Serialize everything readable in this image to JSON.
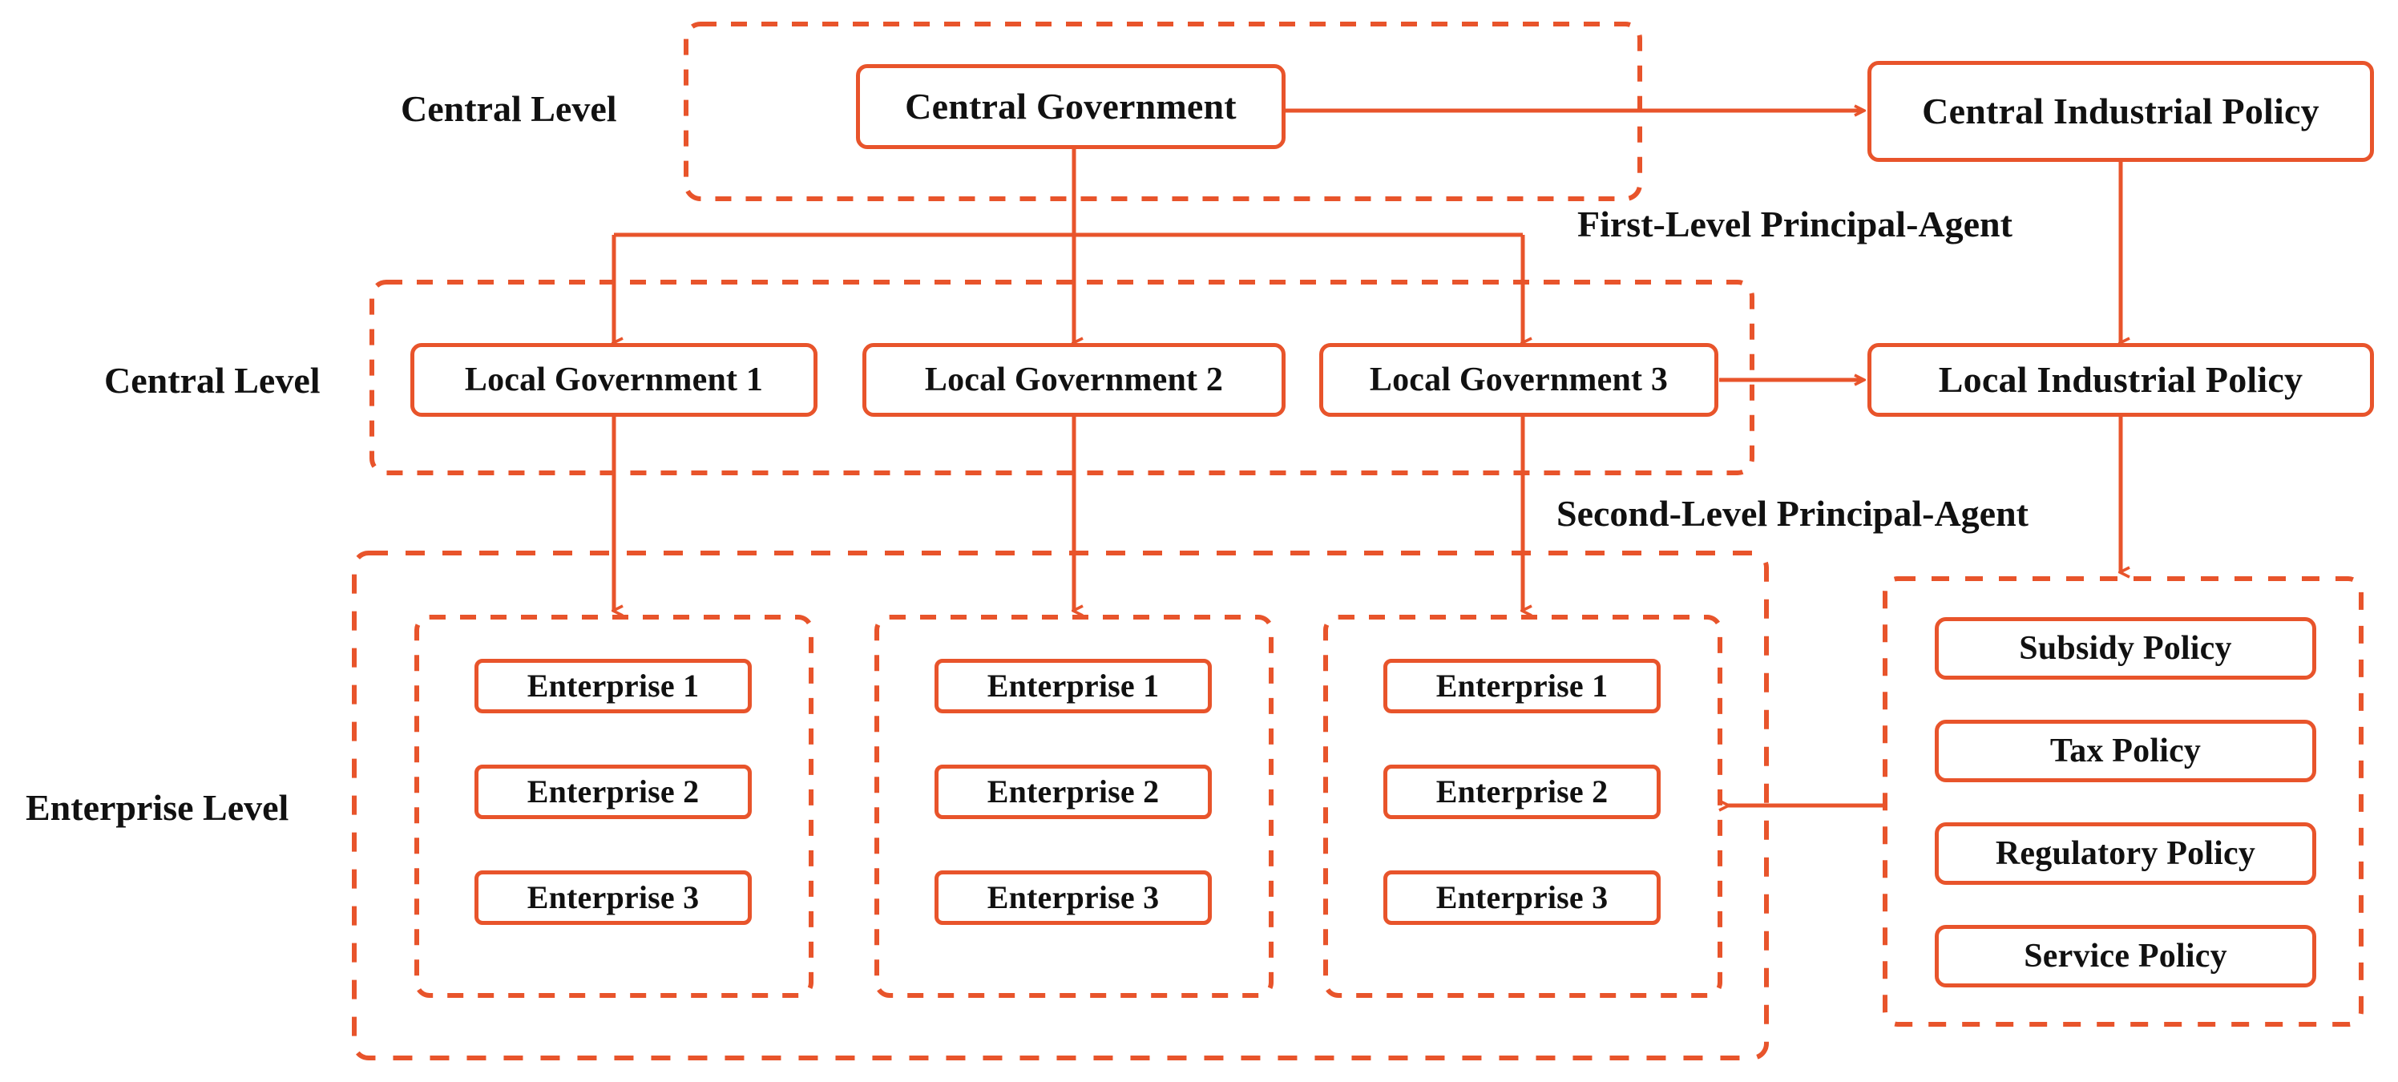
{
  "diagram": {
    "title": "Multi-level principal-agent industrial policy structure",
    "accent_color": "#E8542B",
    "text_color": "#111111",
    "background": "#FFFFFF"
  },
  "level_labels": [
    {
      "id": "central-level-top",
      "text": "Central Level"
    },
    {
      "id": "central-level-local",
      "text": "Central Level"
    },
    {
      "id": "enterprise-level",
      "text": "Enterprise Level"
    }
  ],
  "edge_labels": [
    {
      "id": "first-level",
      "text": "First-Level Principal-Agent"
    },
    {
      "id": "second-level",
      "text": "Second-Level Principal-Agent"
    }
  ],
  "nodes": {
    "central_government": "Central Government",
    "central_industrial_policy": "Central Industrial Policy",
    "local_industrial_policy": "Local Industrial Policy",
    "local_governments": [
      "Local Government 1",
      "Local Government 2",
      "Local Government 3"
    ],
    "enterprise_groups": [
      {
        "group": 1,
        "enterprises": [
          "Enterprise 1",
          "Enterprise 2",
          "Enterprise 3"
        ]
      },
      {
        "group": 2,
        "enterprises": [
          "Enterprise 1",
          "Enterprise 2",
          "Enterprise 3"
        ]
      },
      {
        "group": 3,
        "enterprises": [
          "Enterprise 1",
          "Enterprise 2",
          "Enterprise 3"
        ]
      }
    ],
    "policies": [
      "Subsidy Policy",
      "Tax Policy",
      "Regulatory Policy",
      "Service Policy"
    ]
  }
}
